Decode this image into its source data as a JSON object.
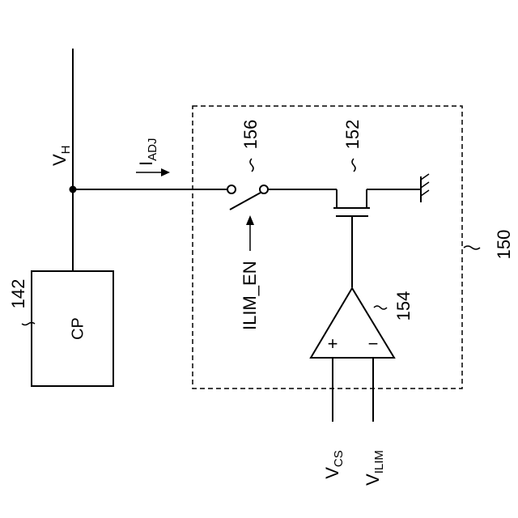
{
  "labels": {
    "vh_main": "V",
    "vh_sub": "H",
    "iadj_main": "I",
    "iadj_sub": "ADJ",
    "ref_156": "156",
    "ref_152": "152",
    "ref_150": "150",
    "ref_154": "154",
    "ref_142": "142",
    "cp": "CP",
    "ilim_en": "ILIM_EN",
    "plus": "+",
    "minus": "−",
    "vcs_main": "V",
    "vcs_sub": "CS",
    "vilim_main": "V",
    "vilim_sub": "ILIM"
  }
}
